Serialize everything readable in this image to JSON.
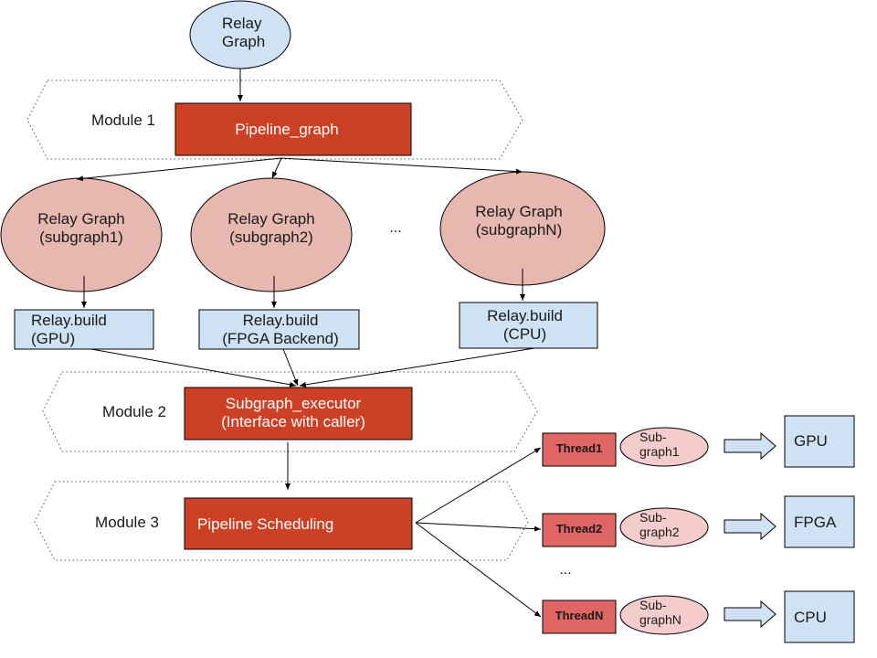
{
  "colors": {
    "blue_fill": "#cfe2f3",
    "salmon_fill": "#e6b8af",
    "light_pink_fill": "#f4cccc",
    "red_fill": "#cc4125",
    "thread_fill": "#e06666",
    "stroke": "#000000",
    "module_border": "#555555"
  },
  "root": {
    "label": "Relay\nGraph"
  },
  "modules": [
    {
      "label": "Module 1"
    },
    {
      "label": "Module 2"
    },
    {
      "label": "Module 3"
    }
  ],
  "pipeline_graph": {
    "label": "Pipeline_graph"
  },
  "subgraphs": [
    {
      "label": "Relay Graph\n(subgraph1)"
    },
    {
      "label": "Relay Graph\n(subgraph2)"
    },
    {
      "label": "Relay Graph\n(subgraphN)"
    }
  ],
  "subgraph_ellipsis": "...",
  "builds": [
    {
      "label": "Relay.build\n(GPU)"
    },
    {
      "label": "Relay.build\n(FPGA Backend)"
    },
    {
      "label": "Relay.build\n(CPU)"
    }
  ],
  "subgraph_executor": {
    "label": "Subgraph_executor\n(Interface with caller)"
  },
  "pipeline_scheduling": {
    "label": "Pipeline Scheduling"
  },
  "threads": [
    {
      "label": "Thread1",
      "subgraph": "Sub-\ngraph1",
      "device": "GPU"
    },
    {
      "label": "Thread2",
      "subgraph": "Sub-\ngraph2",
      "device": "FPGA"
    },
    {
      "label": "ThreadN",
      "subgraph": "Sub-\ngraphN",
      "device": "CPU"
    }
  ],
  "thread_ellipsis": "..."
}
